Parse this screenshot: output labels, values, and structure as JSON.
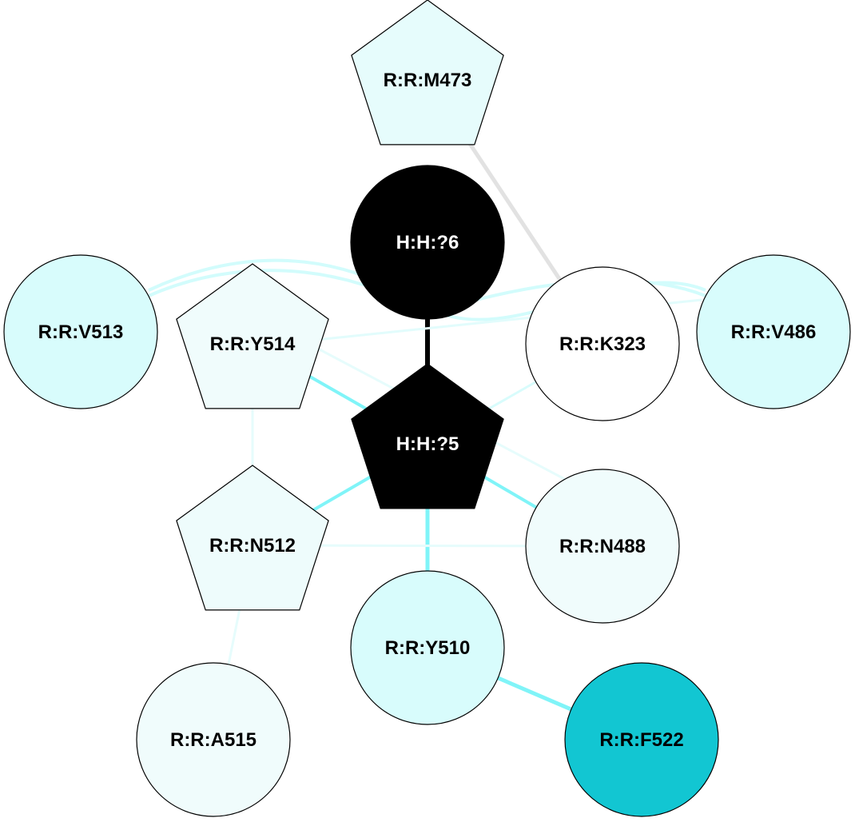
{
  "nodes": [
    {
      "id": "M473",
      "label": "R:R:M473",
      "shape": "pentagon",
      "fill": "#e6fcfc",
      "text_color": "#000000"
    },
    {
      "id": "H6",
      "label": "H:H:?6",
      "shape": "circle",
      "fill": "#000000",
      "text_color": "#ffffff"
    },
    {
      "id": "V513",
      "label": "R:R:V513",
      "shape": "circle",
      "fill": "#d8fcfc",
      "text_color": "#000000"
    },
    {
      "id": "Y514",
      "label": "R:R:Y514",
      "shape": "pentagon",
      "fill": "#f0fcfc",
      "text_color": "#000000"
    },
    {
      "id": "K323",
      "label": "R:R:K323",
      "shape": "circle",
      "fill": "#ffffff",
      "text_color": "#000000"
    },
    {
      "id": "V486",
      "label": "R:R:V486",
      "shape": "circle",
      "fill": "#d8fcfc",
      "text_color": "#000000"
    },
    {
      "id": "H5",
      "label": "H:H:?5",
      "shape": "pentagon",
      "fill": "#000000",
      "text_color": "#ffffff"
    },
    {
      "id": "N512",
      "label": "R:R:N512",
      "shape": "pentagon",
      "fill": "#eefcfc",
      "text_color": "#000000"
    },
    {
      "id": "N488",
      "label": "R:R:N488",
      "shape": "circle",
      "fill": "#f0fcfc",
      "text_color": "#000000"
    },
    {
      "id": "Y510",
      "label": "R:R:Y510",
      "shape": "circle",
      "fill": "#d8fcfc",
      "text_color": "#000000"
    },
    {
      "id": "A515",
      "label": "R:R:A515",
      "shape": "circle",
      "fill": "#f0fcfc",
      "text_color": "#000000"
    },
    {
      "id": "F522",
      "label": "R:R:F522",
      "shape": "circle",
      "fill": "#12c6d2",
      "text_color": "#000000"
    }
  ],
  "edges": [
    {
      "from": "M473",
      "to": "K323",
      "color": "#e2e2e2",
      "weight": 5
    },
    {
      "from": "H6",
      "to": "H5",
      "color": "#000000",
      "weight": 6
    },
    {
      "from": "V513",
      "to": "V486",
      "color": "#d2fcfc",
      "weight": 4,
      "curve": "upper"
    },
    {
      "from": "V513",
      "to": "V486",
      "color": "#d2fcfc",
      "weight": 4,
      "curve": "lower"
    },
    {
      "from": "Y514",
      "to": "V486",
      "color": "#e2fcfc",
      "weight": 3
    },
    {
      "from": "Y514",
      "to": "N488",
      "color": "#e6fcfc",
      "weight": 3
    },
    {
      "from": "Y514",
      "to": "H5",
      "color": "#80f4f8",
      "weight": 4
    },
    {
      "from": "Y514",
      "to": "N512",
      "color": "#e6fcfc",
      "weight": 3
    },
    {
      "from": "K323",
      "to": "H5",
      "color": "#d8fcfc",
      "weight": 3
    },
    {
      "from": "H5",
      "to": "N512",
      "color": "#80f4f8",
      "weight": 4
    },
    {
      "from": "H5",
      "to": "N488",
      "color": "#80f4f8",
      "weight": 4
    },
    {
      "from": "H5",
      "to": "Y510",
      "color": "#80f4f8",
      "weight": 5
    },
    {
      "from": "N512",
      "to": "N488",
      "color": "#e6fcfc",
      "weight": 3
    },
    {
      "from": "N512",
      "to": "A515",
      "color": "#e6fcfc",
      "weight": 3
    },
    {
      "from": "Y510",
      "to": "F522",
      "color": "#80f4f8",
      "weight": 5
    }
  ]
}
